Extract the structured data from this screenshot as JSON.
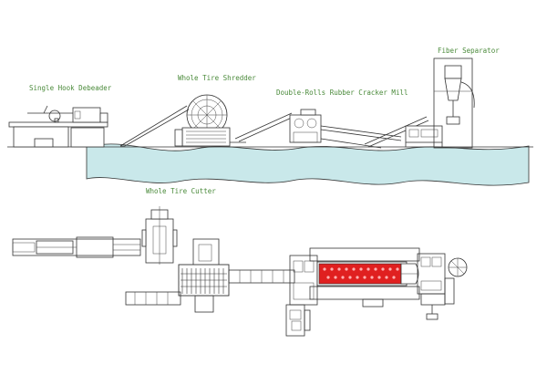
{
  "labels": {
    "debeader": "Single Hook Debeader",
    "shredder": "Whole Tire Shredder",
    "cracker_mill": "Double-Rolls Rubber Cracker Mill",
    "fiber_separator": "Fiber Separator",
    "tire_cutter": "Whole Tire Cutter"
  },
  "colors": {
    "ground": "#c9e8ea",
    "label_text": "#4a8a3a",
    "line": "#333333",
    "red_section": "#e02020"
  }
}
